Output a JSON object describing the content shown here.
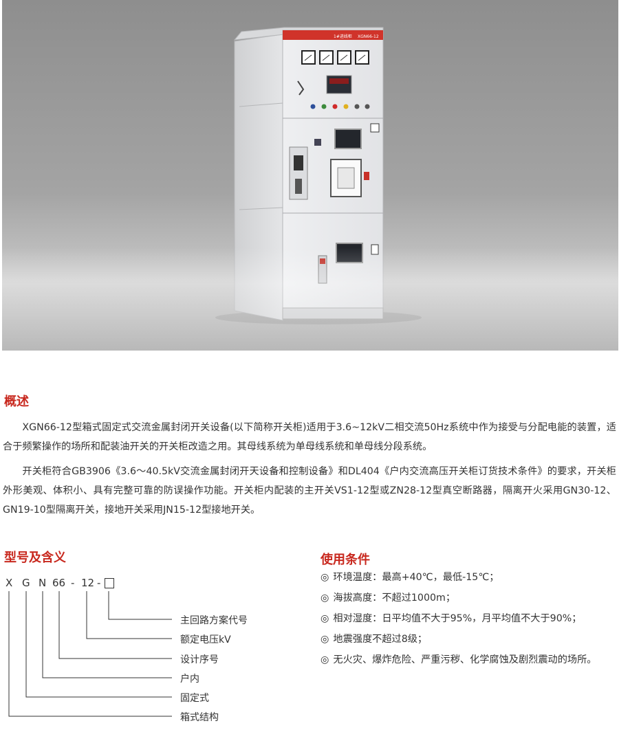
{
  "product_image": {
    "cabinet_title": "1#进线柜",
    "cabinet_model": "XGN66-12"
  },
  "overview": {
    "title": "概述",
    "paragraphs": [
      "XGN66-12型箱式固定式交流金属封闭开关设备(以下简称开关柜)适用于3.6~12kV二相交流50Hz系统中作为接受与分配电能的装置，适合于频繁操作的场所和配装油开关的开关柜改造之用。其母线系统为单母线系统和单母线分段系统。",
      "开关柜符合GB3906《3.6～40.5kV交流金属封闭开天设备和控制设备》和DL404《户内交流高压开关柜订货技术条件》的要求，开关柜外形美观、体积小、具有完整可靠的防误操作功能。开关柜内配装的主开关VS1-12型或ZN28-12型真空断路器，隔离开火采用GN30-12、GN19-10型隔离开关，接地开关采用JN15-12型接地开关。"
    ]
  },
  "model_meaning": {
    "title": "型号及含义",
    "code_parts": [
      "X",
      "G",
      "N",
      "66",
      "-",
      "12",
      "-"
    ],
    "labels": [
      "主回路方案代号",
      "额定电压kV",
      "设计序号",
      "户内",
      "固定式",
      "箱式结构"
    ]
  },
  "conditions": {
    "title": "使用条件",
    "marker": "◎",
    "items": [
      "环境温度：最高+40℃，最低-15℃；",
      "海拔高度：不超过1000m；",
      "相对湿度：日平均值不大于95%，月平均值不大于90%；",
      "地震强度不超过8级；",
      "无火灾、爆炸危险、严重污秽、化学腐蚀及剧烈震动的场所。"
    ]
  }
}
